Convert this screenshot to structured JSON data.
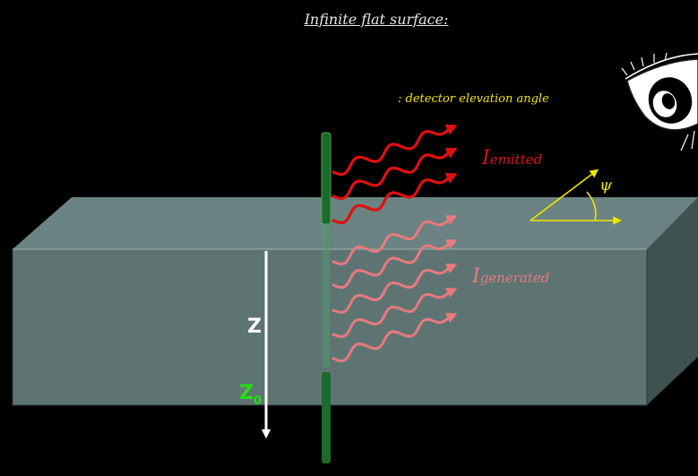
{
  "title": "Infinite flat surface:",
  "detector_label": ": detector  elevation angle",
  "angle_symbol": "ψ",
  "intensity_emitted": {
    "base": "I",
    "sub": "emitted"
  },
  "intensity_generated": {
    "base": "I",
    "sub": "generated"
  },
  "depth_label": "Z",
  "depth0_label": {
    "base": "Z",
    "sub": "0"
  },
  "colors": {
    "background": "#000000",
    "slab_front": "#5e7473",
    "slab_top": "#6b8382",
    "slab_side": "#3f5150",
    "emitted": "#e01010",
    "generated": "#e87a7e",
    "angle": "#f3e600",
    "depth_arrow": "#ffffff",
    "z0": "#22e010",
    "sample_rod": "#1d6b2c"
  },
  "icons": [
    "eye-icon"
  ]
}
